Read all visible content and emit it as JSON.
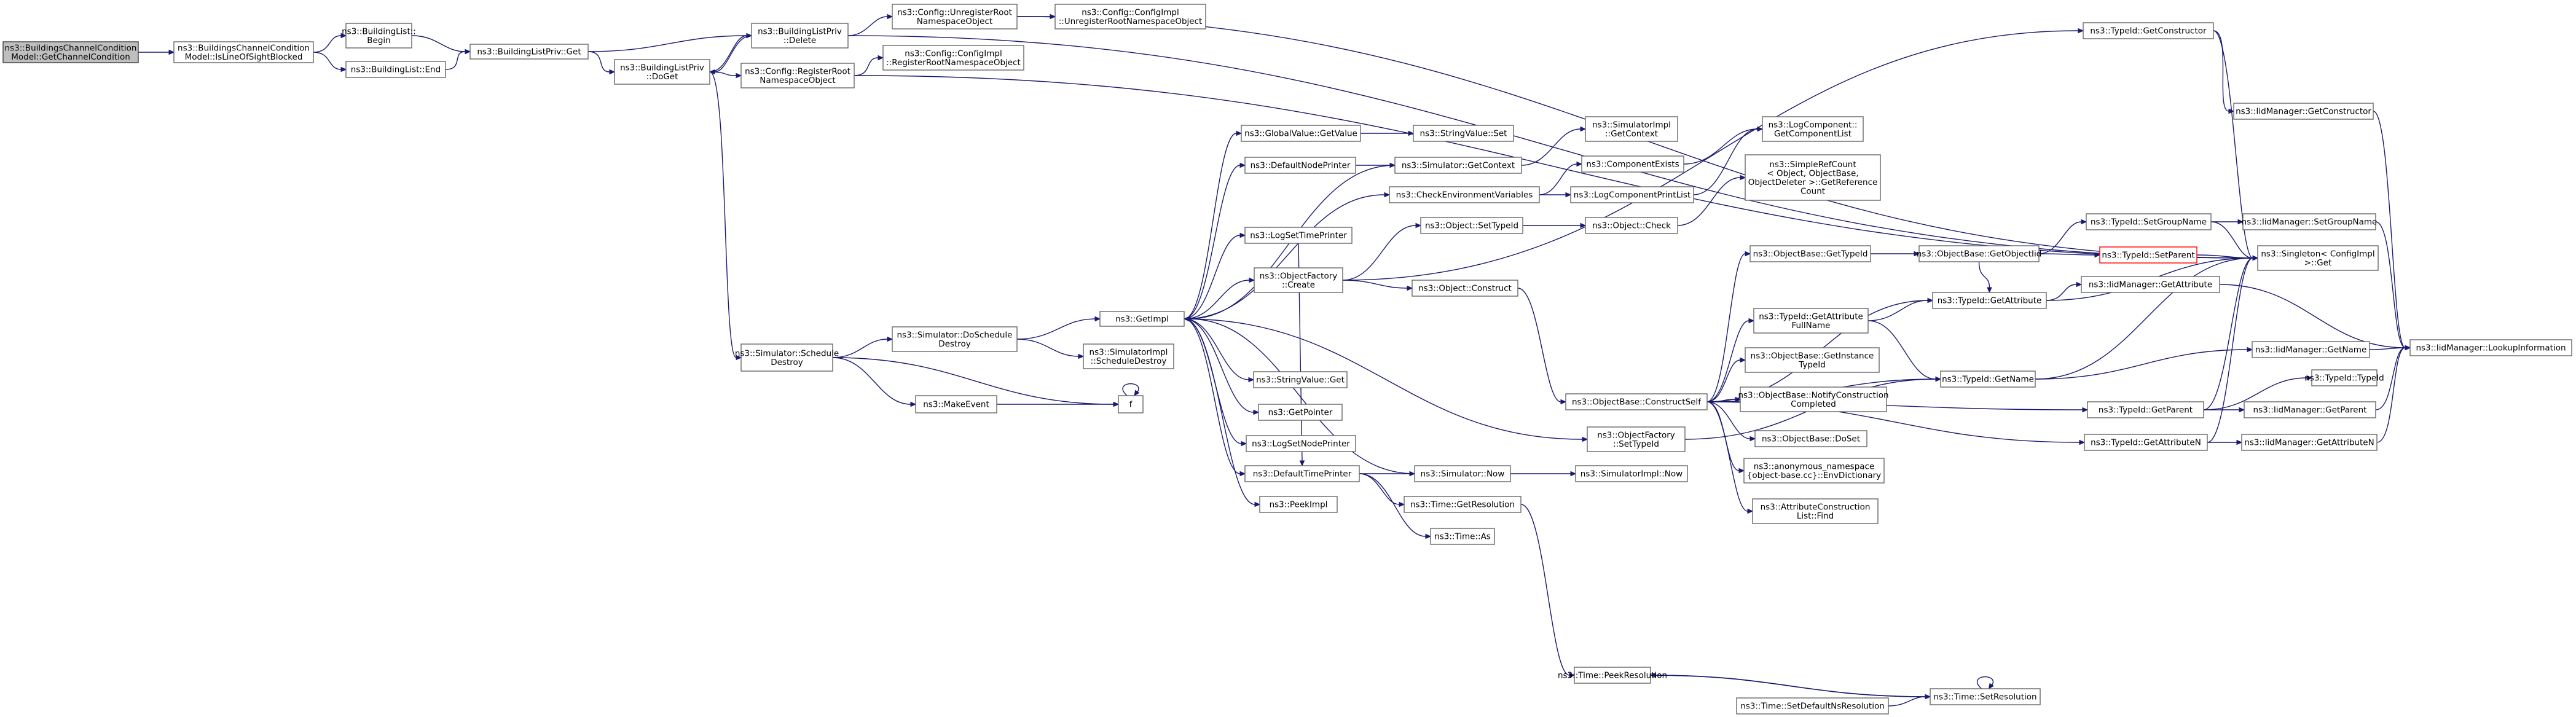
{
  "graph": {
    "nodes": [
      {
        "id": "n1",
        "lines": [
          "ns3::BuildingsChannelCondition",
          "Model::GetChannelCondition"
        ],
        "root": true
      },
      {
        "id": "n2",
        "lines": [
          "ns3::BuildingsChannelCondition",
          "Model::IsLineOfSightBlocked"
        ]
      },
      {
        "id": "n3",
        "lines": [
          "ns3::BuildingList::",
          "Begin"
        ]
      },
      {
        "id": "n4",
        "lines": [
          "ns3::BuildingList::End"
        ]
      },
      {
        "id": "n5",
        "lines": [
          "ns3::BuildingListPriv::Get"
        ]
      },
      {
        "id": "n6",
        "lines": [
          "ns3::BuildingListPriv",
          "::Delete"
        ]
      },
      {
        "id": "n7",
        "lines": [
          "ns3::BuildingListPriv",
          "::DoGet"
        ]
      },
      {
        "id": "n8",
        "lines": [
          "ns3::Config::UnregisterRoot",
          "NamespaceObject"
        ]
      },
      {
        "id": "n9",
        "lines": [
          "ns3::Config::ConfigImpl",
          "::UnregisterRootNamespaceObject"
        ]
      },
      {
        "id": "n10",
        "lines": [
          "ns3::Config::RegisterRoot",
          "NamespaceObject"
        ]
      },
      {
        "id": "n11",
        "lines": [
          "ns3::Config::ConfigImpl",
          "::RegisterRootNamespaceObject"
        ]
      },
      {
        "id": "n12",
        "lines": [
          "ns3::Simulator::Schedule",
          "Destroy"
        ]
      },
      {
        "id": "n13",
        "lines": [
          "ns3::Simulator::DoSchedule",
          "Destroy"
        ]
      },
      {
        "id": "n14",
        "lines": [
          "ns3::MakeEvent"
        ]
      },
      {
        "id": "n15",
        "lines": [
          "f"
        ]
      },
      {
        "id": "n16",
        "lines": [
          "ns3::GetImpl"
        ]
      },
      {
        "id": "n17",
        "lines": [
          "ns3::SimulatorImpl",
          "::ScheduleDestroy"
        ]
      },
      {
        "id": "n18",
        "lines": [
          "ns3::GlobalValue::GetValue"
        ]
      },
      {
        "id": "n19",
        "lines": [
          "ns3::StringValue::Set"
        ]
      },
      {
        "id": "n20",
        "lines": [
          "ns3::DefaultNodePrinter"
        ]
      },
      {
        "id": "n21",
        "lines": [
          "ns3::Simulator::GetContext"
        ]
      },
      {
        "id": "n22",
        "lines": [
          "ns3::SimulatorImpl",
          "::GetContext"
        ]
      },
      {
        "id": "n23",
        "lines": [
          "ns3::LogComponent::",
          "GetComponentList"
        ]
      },
      {
        "id": "n24",
        "lines": [
          "ns3::ComponentExists"
        ]
      },
      {
        "id": "n25",
        "lines": [
          "ns3::CheckEnvironmentVariables"
        ]
      },
      {
        "id": "n26",
        "lines": [
          "ns3::LogComponentPrintList"
        ]
      },
      {
        "id": "n27",
        "lines": [
          "ns3::SimpleRefCount",
          "< Object, ObjectBase,",
          "ObjectDeleter >::GetReference",
          "Count"
        ]
      },
      {
        "id": "n28",
        "lines": [
          "ns3::LogSetTimePrinter"
        ]
      },
      {
        "id": "n29",
        "lines": [
          "ns3::Object::SetTypeId"
        ]
      },
      {
        "id": "n30",
        "lines": [
          "ns3::Object::Check"
        ]
      },
      {
        "id": "n31",
        "lines": [
          "ns3::ObjectFactory",
          "::Create"
        ]
      },
      {
        "id": "n32",
        "lines": [
          "ns3::Object::Construct"
        ]
      },
      {
        "id": "n33",
        "lines": [
          "ns3::StringValue::Get"
        ]
      },
      {
        "id": "n34",
        "lines": [
          "ns3::GetPointer"
        ]
      },
      {
        "id": "n35",
        "lines": [
          "ns3::LogSetNodePrinter"
        ]
      },
      {
        "id": "n36",
        "lines": [
          "ns3::DefaultTimePrinter"
        ]
      },
      {
        "id": "n37",
        "lines": [
          "ns3::PeekImpl"
        ]
      },
      {
        "id": "n38",
        "lines": [
          "ns3::Simulator::Now"
        ]
      },
      {
        "id": "n39",
        "lines": [
          "ns3::SimulatorImpl::Now"
        ]
      },
      {
        "id": "n40",
        "lines": [
          "ns3::Time::GetResolution"
        ]
      },
      {
        "id": "n41",
        "lines": [
          "ns3::Time::As"
        ]
      },
      {
        "id": "n42",
        "lines": [
          "ns3::ObjectBase::ConstructSelf"
        ]
      },
      {
        "id": "n43",
        "lines": [
          "ns3::ObjectFactory",
          "::SetTypeId"
        ]
      },
      {
        "id": "n44",
        "lines": [
          "ns3::ObjectBase::GetTypeId"
        ]
      },
      {
        "id": "n45",
        "lines": [
          "ns3::ObjectBase::GetObjectIid"
        ]
      },
      {
        "id": "n46",
        "lines": [
          "ns3::TypeId::GetAttribute",
          "FullName"
        ]
      },
      {
        "id": "n47",
        "lines": [
          "ns3::ObjectBase::GetInstance",
          "TypeId"
        ]
      },
      {
        "id": "n48",
        "lines": [
          "ns3::ObjectBase::NotifyConstruction",
          "Completed"
        ]
      },
      {
        "id": "n49",
        "lines": [
          "ns3::ObjectBase::DoSet"
        ]
      },
      {
        "id": "n50",
        "lines": [
          "ns3::anonymous_namespace",
          "{object-base.cc}::EnvDictionary"
        ]
      },
      {
        "id": "n51",
        "lines": [
          "ns3::AttributeConstruction",
          "List::Find"
        ]
      },
      {
        "id": "n52",
        "lines": [
          "ns3::TypeId::GetAttribute"
        ]
      },
      {
        "id": "n53",
        "lines": [
          "ns3::TypeId::GetName"
        ]
      },
      {
        "id": "n54",
        "lines": [
          "ns3::TypeId::GetConstructor"
        ]
      },
      {
        "id": "n55",
        "lines": [
          "ns3::TypeId::SetGroupName"
        ]
      },
      {
        "id": "n56",
        "lines": [
          "ns3::TypeId::SetParent"
        ],
        "red": true
      },
      {
        "id": "n57",
        "lines": [
          "ns3::IidManager::GetConstructor"
        ]
      },
      {
        "id": "n58",
        "lines": [
          "ns3::IidManager::SetGroupName"
        ]
      },
      {
        "id": "n59",
        "lines": [
          "ns3::Singleton< ConfigImpl",
          ">::Get"
        ]
      },
      {
        "id": "n60",
        "lines": [
          "ns3::IidManager::GetAttribute"
        ]
      },
      {
        "id": "n61",
        "lines": [
          "ns3::IidManager::GetName"
        ]
      },
      {
        "id": "n62",
        "lines": [
          "ns3::IidManager::LookupInformation"
        ]
      },
      {
        "id": "n63",
        "lines": [
          "ns3::TypeId::TypeId"
        ]
      },
      {
        "id": "n64",
        "lines": [
          "ns3::TypeId::GetParent"
        ]
      },
      {
        "id": "n65",
        "lines": [
          "ns3::IidManager::GetParent"
        ]
      },
      {
        "id": "n66",
        "lines": [
          "ns3::TypeId::GetAttributeN"
        ]
      },
      {
        "id": "n67",
        "lines": [
          "ns3::IidManager::GetAttributeN"
        ]
      },
      {
        "id": "n68",
        "lines": [
          "ns3::Time::PeekResolution"
        ]
      },
      {
        "id": "n69",
        "lines": [
          "ns3::Time::SetDefaultNsResolution"
        ]
      },
      {
        "id": "n70",
        "lines": [
          "ns3::Time::SetResolution"
        ]
      }
    ],
    "edges": [
      [
        "n1",
        "n2"
      ],
      [
        "n2",
        "n3"
      ],
      [
        "n2",
        "n4"
      ],
      [
        "n3",
        "n5"
      ],
      [
        "n4",
        "n5"
      ],
      [
        "n5",
        "n7"
      ],
      [
        "n5",
        "n6"
      ],
      [
        "n6",
        "n8"
      ],
      [
        "n6",
        "n7"
      ],
      [
        "n6",
        "n59"
      ],
      [
        "n7",
        "n10"
      ],
      [
        "n7",
        "n6"
      ],
      [
        "n7",
        "n12"
      ],
      [
        "n8",
        "n9"
      ],
      [
        "n8",
        "n59"
      ],
      [
        "n10",
        "n11"
      ],
      [
        "n10",
        "n59"
      ],
      [
        "n12",
        "n13"
      ],
      [
        "n12",
        "n14"
      ],
      [
        "n12",
        "n15"
      ],
      [
        "n13",
        "n16"
      ],
      [
        "n13",
        "n17"
      ],
      [
        "n14",
        "n15"
      ],
      [
        "n15",
        "n15"
      ],
      [
        "n16",
        "n18"
      ],
      [
        "n16",
        "n20"
      ],
      [
        "n16",
        "n25"
      ],
      [
        "n16",
        "n28"
      ],
      [
        "n16",
        "n31"
      ],
      [
        "n16",
        "n33"
      ],
      [
        "n16",
        "n34"
      ],
      [
        "n16",
        "n35"
      ],
      [
        "n16",
        "n36"
      ],
      [
        "n16",
        "n37"
      ],
      [
        "n16",
        "n43"
      ],
      [
        "n18",
        "n19"
      ],
      [
        "n20",
        "n21"
      ],
      [
        "n21",
        "n22"
      ],
      [
        "n21",
        "n16"
      ],
      [
        "n25",
        "n24"
      ],
      [
        "n25",
        "n26"
      ],
      [
        "n24",
        "n23"
      ],
      [
        "n26",
        "n23"
      ],
      [
        "n28",
        "n36"
      ],
      [
        "n31",
        "n29"
      ],
      [
        "n31",
        "n32"
      ],
      [
        "n31",
        "n54"
      ],
      [
        "n29",
        "n30"
      ],
      [
        "n30",
        "n27"
      ],
      [
        "n32",
        "n42"
      ],
      [
        "n36",
        "n38"
      ],
      [
        "n36",
        "n40"
      ],
      [
        "n36",
        "n41"
      ],
      [
        "n38",
        "n39"
      ],
      [
        "n38",
        "n16"
      ],
      [
        "n40",
        "n68"
      ],
      [
        "n68",
        "n70"
      ],
      [
        "n69",
        "n70"
      ],
      [
        "n70",
        "n68"
      ],
      [
        "n70",
        "n70"
      ],
      [
        "n42",
        "n44"
      ],
      [
        "n42",
        "n46"
      ],
      [
        "n42",
        "n47"
      ],
      [
        "n42",
        "n48"
      ],
      [
        "n42",
        "n49"
      ],
      [
        "n42",
        "n50"
      ],
      [
        "n42",
        "n51"
      ],
      [
        "n42",
        "n52"
      ],
      [
        "n42",
        "n53"
      ],
      [
        "n42",
        "n64"
      ],
      [
        "n42",
        "n66"
      ],
      [
        "n43",
        "n53"
      ],
      [
        "n44",
        "n45"
      ],
      [
        "n45",
        "n56"
      ],
      [
        "n45",
        "n52"
      ],
      [
        "n45",
        "n55"
      ],
      [
        "n46",
        "n52"
      ],
      [
        "n46",
        "n53"
      ],
      [
        "n52",
        "n60"
      ],
      [
        "n52",
        "n59"
      ],
      [
        "n53",
        "n61"
      ],
      [
        "n53",
        "n59"
      ],
      [
        "n54",
        "n57"
      ],
      [
        "n54",
        "n59"
      ],
      [
        "n55",
        "n58"
      ],
      [
        "n55",
        "n59"
      ],
      [
        "n56",
        "n59"
      ],
      [
        "n57",
        "n62"
      ],
      [
        "n58",
        "n62"
      ],
      [
        "n60",
        "n62"
      ],
      [
        "n61",
        "n62"
      ],
      [
        "n64",
        "n63"
      ],
      [
        "n64",
        "n65"
      ],
      [
        "n64",
        "n59"
      ],
      [
        "n65",
        "n62"
      ],
      [
        "n66",
        "n67"
      ],
      [
        "n66",
        "n59"
      ],
      [
        "n67",
        "n62"
      ]
    ]
  }
}
